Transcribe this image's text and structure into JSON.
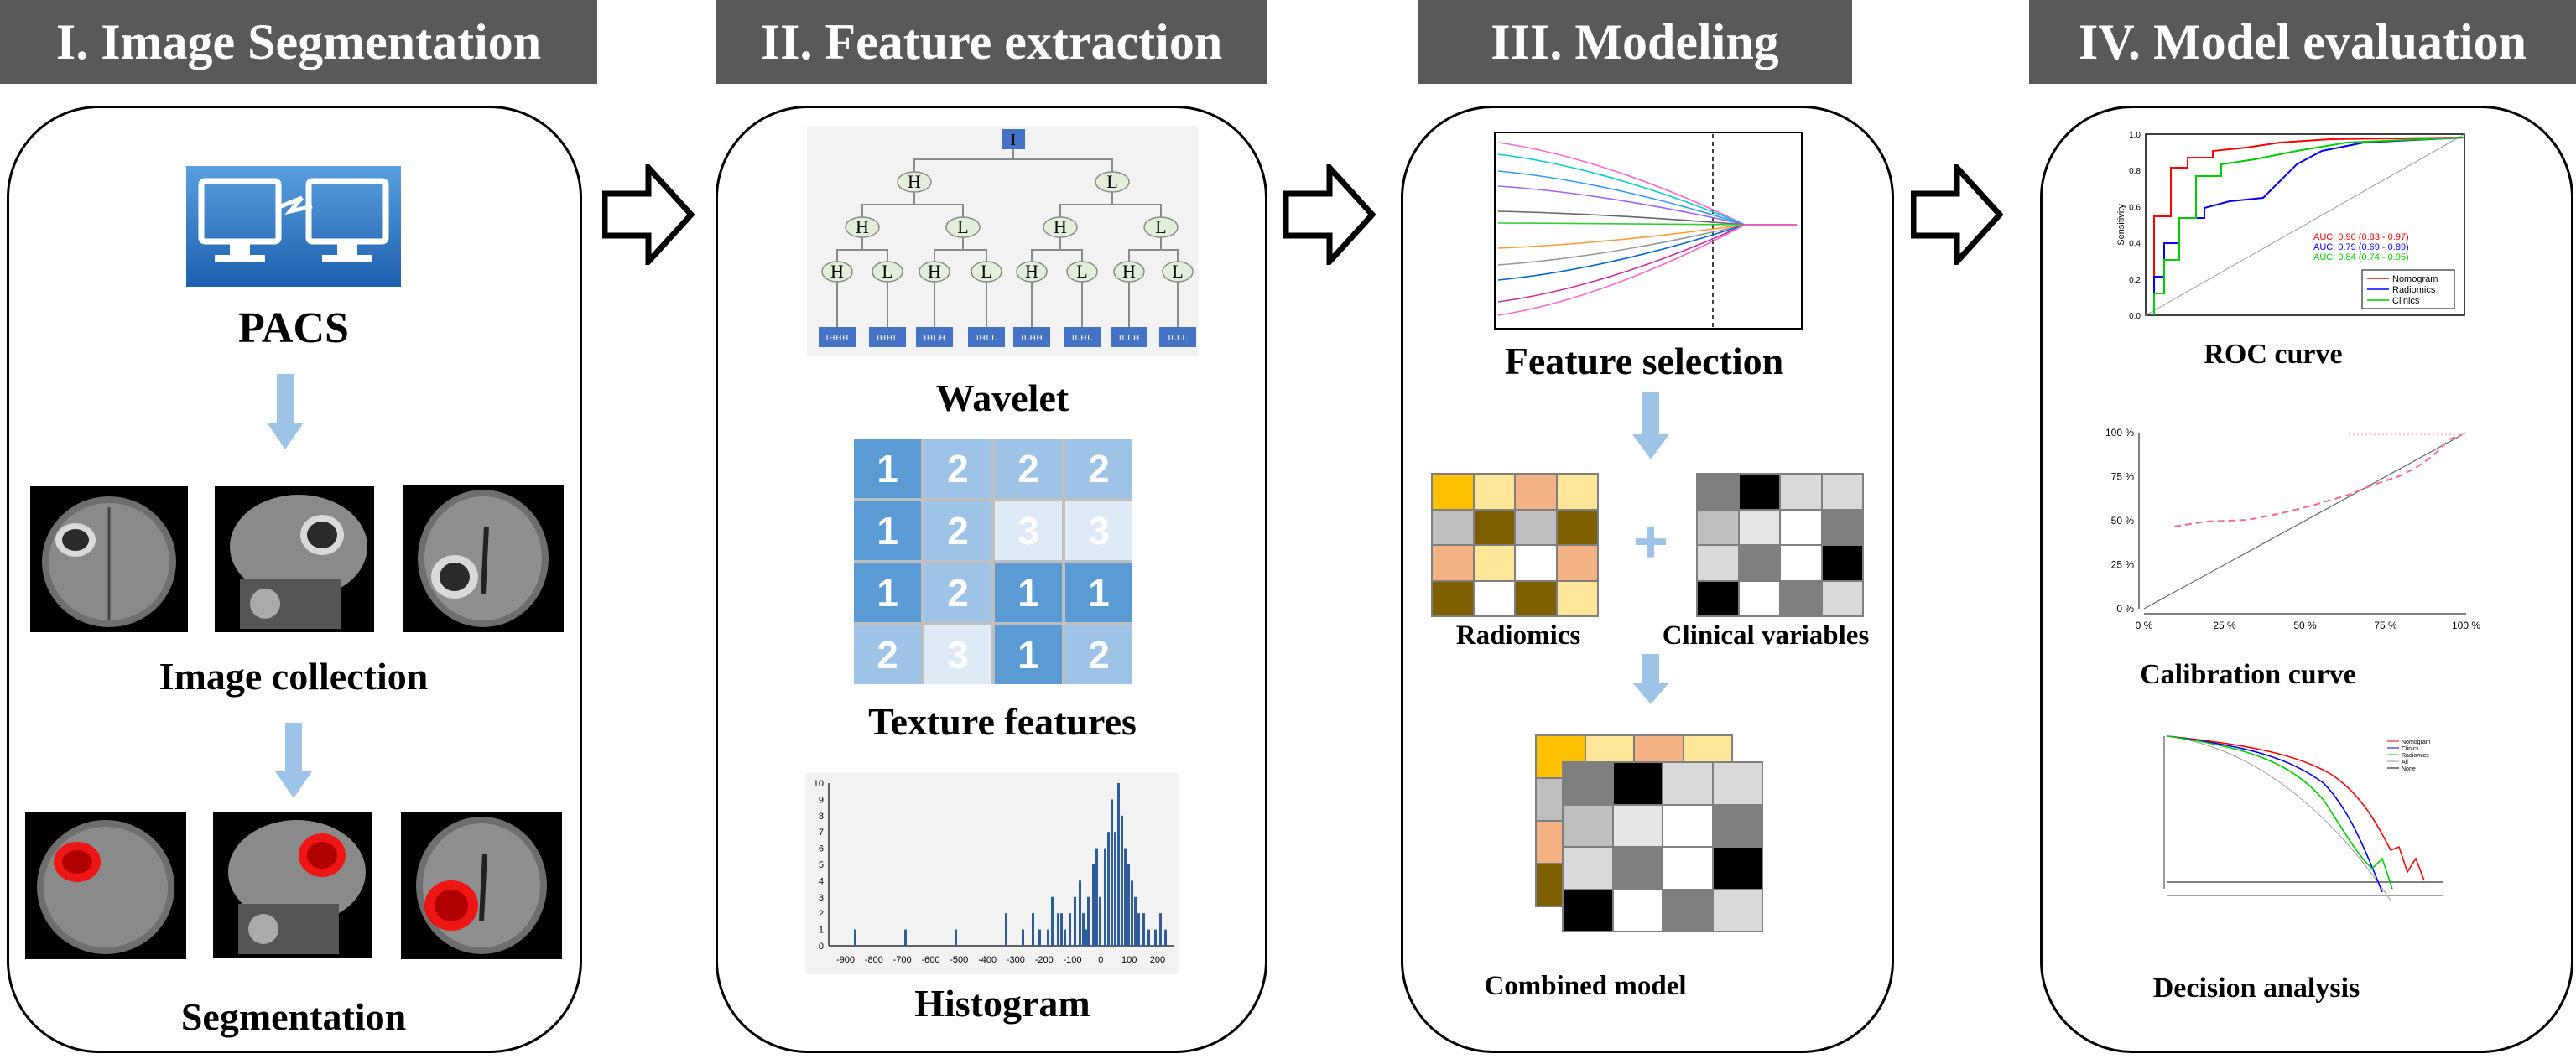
{
  "headers": {
    "h1": "I. Image Segmentation",
    "h2": "II. Feature extraction",
    "h3": "III. Modeling",
    "h4": "IV. Model evaluation"
  },
  "panel1": {
    "pacs_label": "PACS",
    "collection_label": "Image collection",
    "segmentation_label": "Segmentation"
  },
  "panel2": {
    "wavelet_label": "Wavelet",
    "texture_label": "Texture features",
    "histogram_label": "Histogram",
    "wavelet_tree": {
      "root": "I",
      "level1": [
        "H",
        "L"
      ],
      "level2": [
        "H",
        "L",
        "H",
        "L"
      ],
      "level3": [
        "H",
        "L",
        "H",
        "L",
        "H",
        "L",
        "H",
        "L"
      ],
      "leaves": [
        "IHHH",
        "IHHL",
        "IHLH",
        "IHLL",
        "ILHH",
        "ILHL",
        "ILLH",
        "ILLL"
      ]
    },
    "texture_matrix": [
      [
        1,
        2,
        2,
        2
      ],
      [
        1,
        2,
        3,
        3
      ],
      [
        1,
        2,
        1,
        1
      ],
      [
        2,
        3,
        1,
        2
      ]
    ],
    "histogram": {
      "x_ticks": [
        "-900",
        "-800",
        "-700",
        "-600",
        "-500",
        "-400",
        "-300",
        "-200",
        "-100",
        "0",
        "100",
        "200"
      ],
      "y_ticks": [
        "0",
        "1",
        "2",
        "3",
        "4",
        "5",
        "6",
        "7",
        "8",
        "9",
        "10"
      ]
    }
  },
  "panel3": {
    "feature_selection_label": "Feature selection",
    "radiomics_label": "Radiomics",
    "clinical_label": "Clinical variables",
    "combined_label": "Combined model",
    "plus": "+"
  },
  "panel4": {
    "roc_label": "ROC curve",
    "calibration_label": "Calibration curve",
    "decision_label": "Decision analysis",
    "roc": {
      "ylabel": "Sensitivity",
      "y_ticks": [
        "0.0",
        "0.2",
        "0.4",
        "0.6",
        "0.8",
        "1.0"
      ],
      "auc": [
        {
          "text": "AUC: 0.90 (0.83 - 0.97)",
          "color": "#ff0000"
        },
        {
          "text": "AUC: 0.79 (0.69 - 0.89)",
          "color": "#0000ff"
        },
        {
          "text": "AUC: 0.84 (0.74 - 0.95)",
          "color": "#00cc00"
        }
      ],
      "legend": [
        {
          "name": "Nomogram",
          "color": "#ff0000"
        },
        {
          "name": "Radiomics",
          "color": "#0000ff"
        },
        {
          "name": "Clinics",
          "color": "#00cc00"
        }
      ]
    },
    "calibration": {
      "x_ticks": [
        "0 %",
        "25 %",
        "50 %",
        "75 %",
        "100 %"
      ],
      "y_ticks": [
        "0 %",
        "25 %",
        "50 %",
        "75 %",
        "100 %"
      ]
    },
    "decision": {
      "legend": [
        "Nomogram",
        "Clinics",
        "Radiomics",
        "All",
        "None"
      ]
    }
  },
  "colors": {
    "header_bg": "#595959",
    "arrow_light": "#9dc3e6",
    "wavelet_node": "#e2efda",
    "wavelet_box": "#4472c4"
  }
}
